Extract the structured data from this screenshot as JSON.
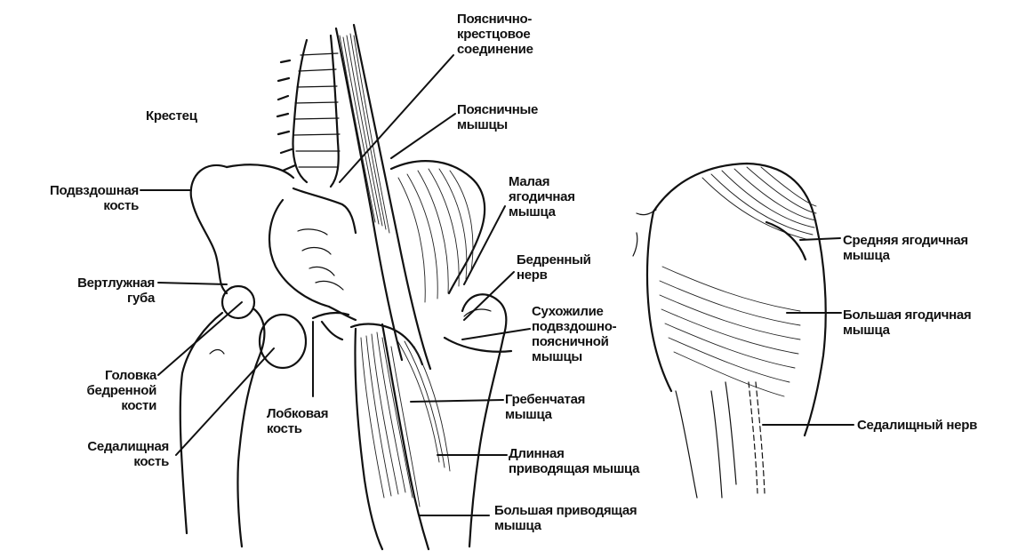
{
  "labels": {
    "lumbosacral": "Пояснично-\nкрестцовое\nсоединение",
    "sacrum": "Крестец",
    "lumbar_muscles": "Поясничные\nмышцы",
    "ilium": "Подвздошная\nкость",
    "gluteus_minimus": "Малая\nягодичная\nмышца",
    "femoral_nerve": "Бедренный\nнерв",
    "acetabular_labrum": "Вертлужная\nгуба",
    "iliopsoas_tendon": "Сухожилие\nподвздошно-\nпоясничной\nмышцы",
    "femoral_head": "Головка\nбедренной\nкости",
    "pubis": "Лобковая\nкость",
    "pectineus": "Гребенчатая\nмышца",
    "ischium": "Седалищная\nкость",
    "adductor_longus": "Длинная\nприводящая мышца",
    "adductor_magnus": "Большая приводящая\nмышца",
    "gluteus_medius": "Средняя ягодичная\nмышца",
    "gluteus_maximus": "Большая ягодичная\nмышца",
    "sciatic_nerve": "Седалищный нерв"
  }
}
